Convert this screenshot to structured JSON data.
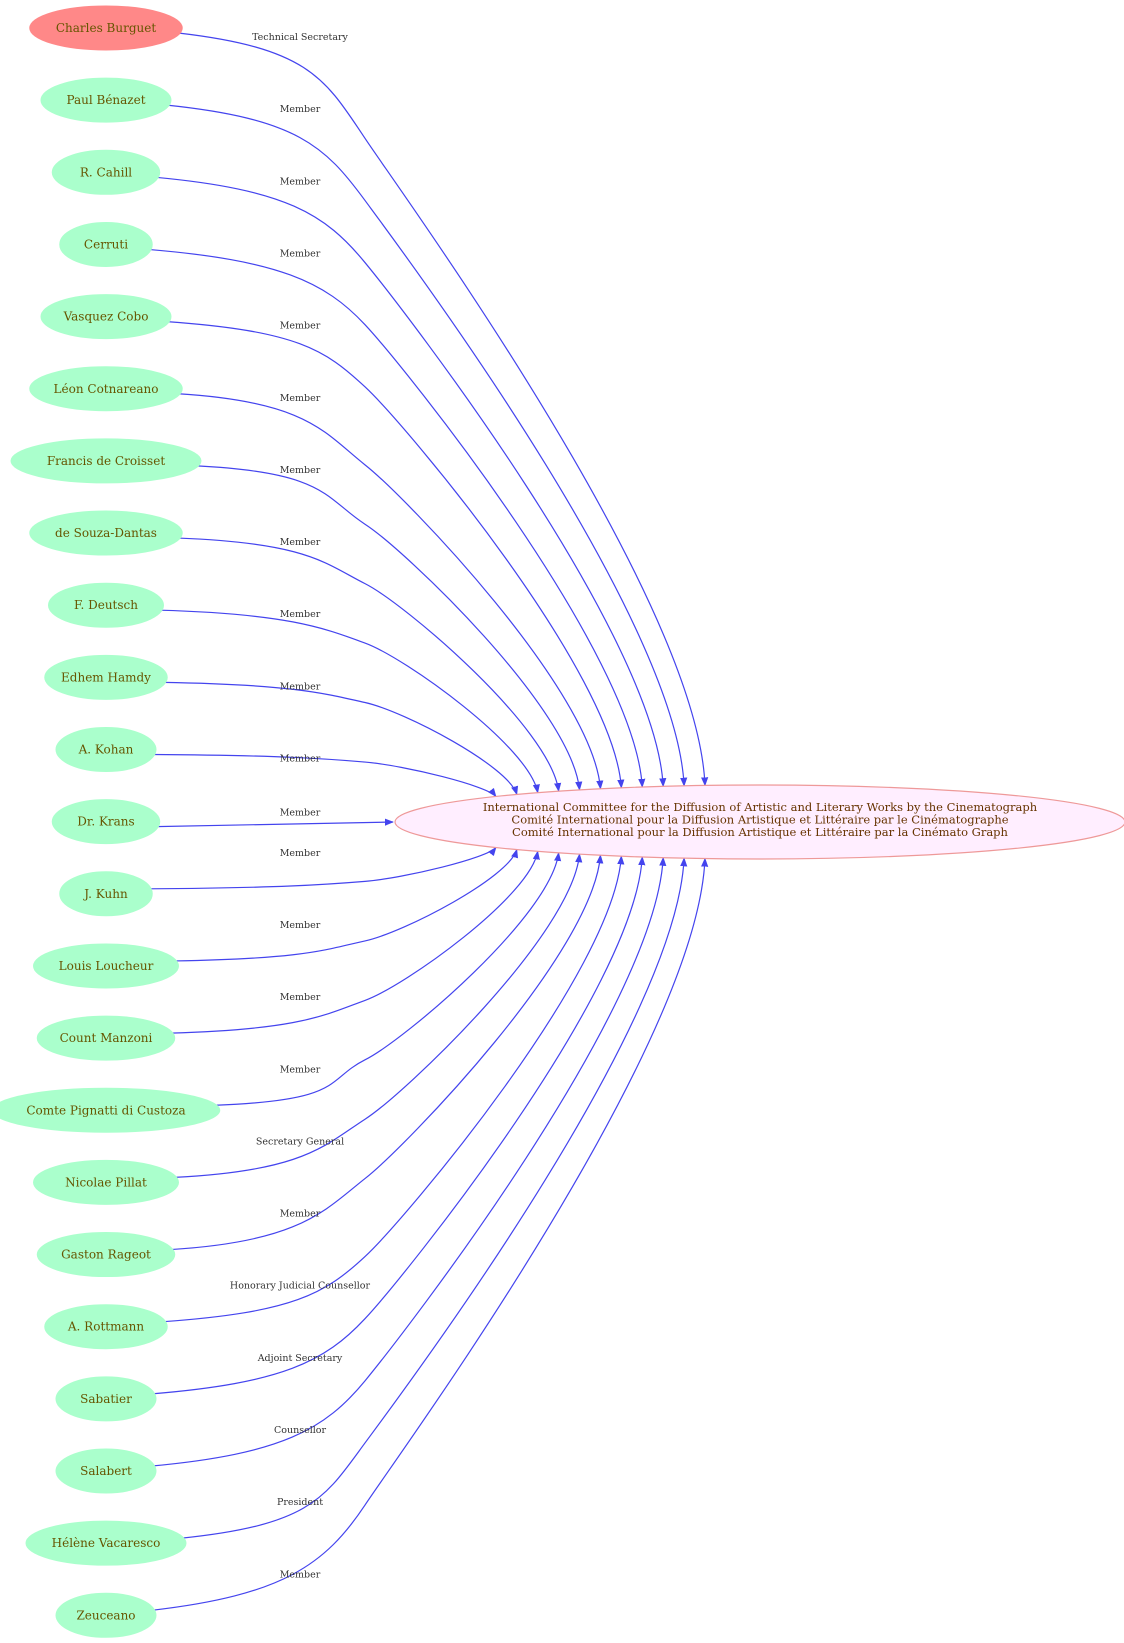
{
  "colors": {
    "member_fill": "#aaffcc",
    "highlight_fill": "#ff8888",
    "node_text": "#665500",
    "edge": "#4444ee",
    "edge_label_text": "#333333",
    "center_fill": "#ffeeff",
    "center_stroke": "#ee9999",
    "center_text": "#663300"
  },
  "center": {
    "lines": [
      "International Committee for the Diffusion of Artistic and Literary Works by the Cinematograph",
      "Comité International pour la Diffusion Artistique et Littéraire par le Cinématographe",
      "Comité International pour la Diffusion Artistique et Littéraire par la Cinémato Graph"
    ]
  },
  "nodes": [
    {
      "id": "charles-burguet",
      "label": "Charles Burguet",
      "role": "Technical Secretary",
      "highlight": true
    },
    {
      "id": "paul-benazet",
      "label": "Paul Bénazet",
      "role": "Member"
    },
    {
      "id": "r-cahill",
      "label": "R. Cahill",
      "role": "Member"
    },
    {
      "id": "cerruti",
      "label": "Cerruti",
      "role": "Member"
    },
    {
      "id": "vasquez-cobo",
      "label": "Vasquez Cobo",
      "role": "Member"
    },
    {
      "id": "leon-cotnareano",
      "label": "Léon Cotnareano",
      "role": "Member"
    },
    {
      "id": "francis-de-croisset",
      "label": "Francis  de Croisset",
      "role": "Member"
    },
    {
      "id": "de-souza-dantas",
      "label": "de Souza-Dantas",
      "role": "Member"
    },
    {
      "id": "f-deutsch",
      "label": "F. Deutsch",
      "role": "Member"
    },
    {
      "id": "edhem-hamdy",
      "label": "Edhem Hamdy",
      "role": "Member"
    },
    {
      "id": "a-kohan",
      "label": "A. Kohan",
      "role": "Member"
    },
    {
      "id": "dr-krans",
      "label": "Dr. Krans",
      "role": "Member"
    },
    {
      "id": "j-kuhn",
      "label": "J. Kuhn",
      "role": "Member"
    },
    {
      "id": "louis-loucheur",
      "label": "Louis Loucheur",
      "role": "Member"
    },
    {
      "id": "count-manzoni",
      "label": "Count Manzoni",
      "role": "Member"
    },
    {
      "id": "comte-pignatti-di-custoza",
      "label": "Comte Pignatti di Custoza",
      "role": "Member"
    },
    {
      "id": "nicolae-pillat",
      "label": "Nicolae Pillat",
      "role": "Secretary General"
    },
    {
      "id": "gaston-rageot",
      "label": "Gaston Rageot",
      "role": "Member"
    },
    {
      "id": "a-rottmann",
      "label": "A. Rottmann",
      "role": "Honorary Judicial Counsellor"
    },
    {
      "id": "sabatier",
      "label": "Sabatier",
      "role": "Adjoint Secretary"
    },
    {
      "id": "salabert",
      "label": "Salabert",
      "role": "Counsellor"
    },
    {
      "id": "helene-vacaresco",
      "label": "Hélène Vacaresco",
      "role": "President"
    },
    {
      "id": "zeuceano",
      "label": "Zeuceano",
      "role": "Member"
    }
  ]
}
